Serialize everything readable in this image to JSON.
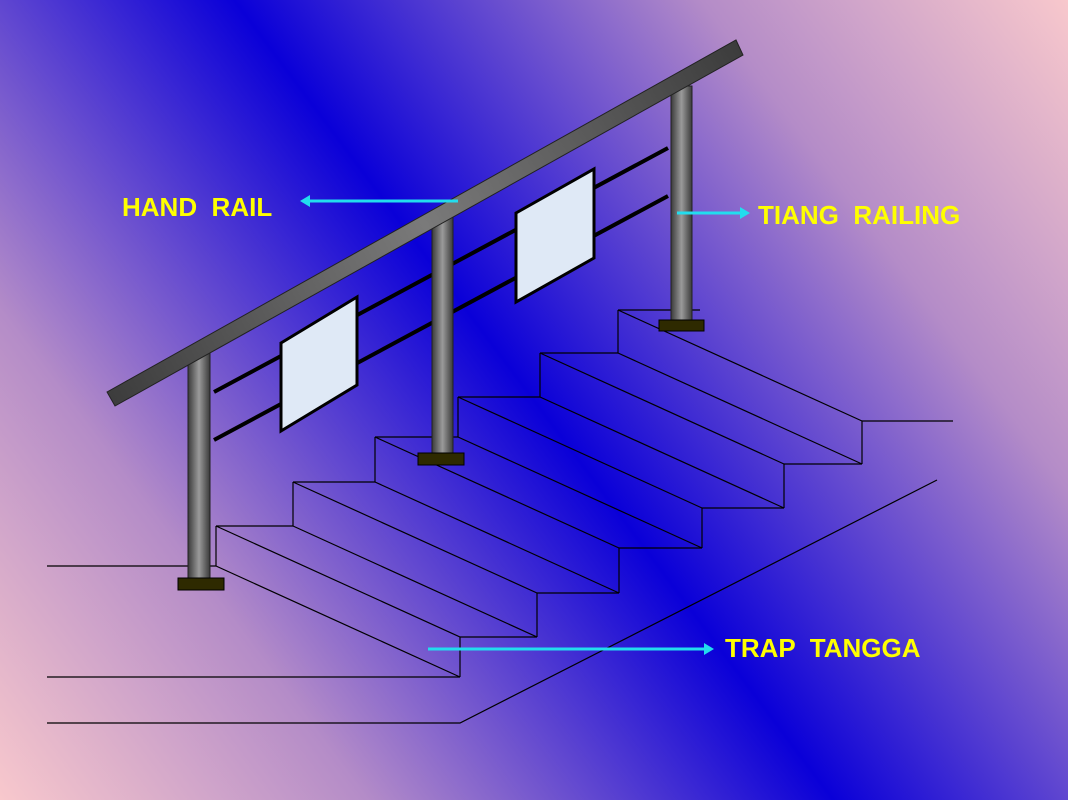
{
  "labels": {
    "hand_rail": "HAND  RAIL",
    "tiang_railing": "TIANG  RAILING",
    "trap_tangga": "TRAP  TANGGA"
  },
  "colors": {
    "label": "#ffff00",
    "arrow": "#22ddee",
    "background_center": "#0a00d8",
    "background_corner": "#f8c8cc",
    "post": "#6e6e6e",
    "handrail": "#555555",
    "glass": "#dfe9f6",
    "post_base": "#2e2a00"
  }
}
